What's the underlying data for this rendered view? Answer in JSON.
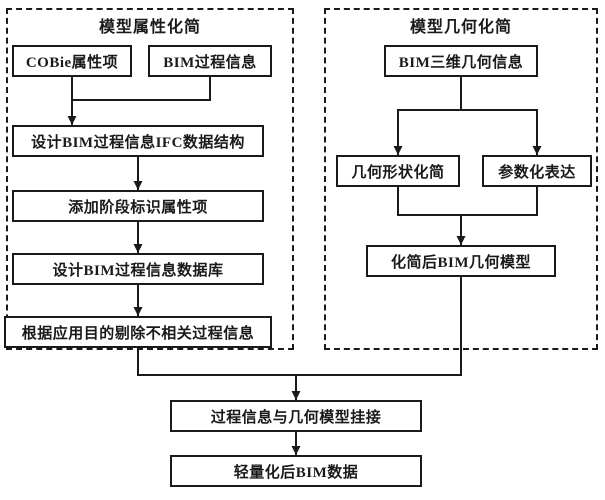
{
  "left": {
    "title": "模型属性化简",
    "nodes": {
      "cobie": "COBie属性项",
      "bim_process": "BIM过程信息",
      "ifc_structure": "设计BIM过程信息IFC数据结构",
      "stage_attr": "添加阶段标识属性项",
      "process_db": "设计BIM过程信息数据库",
      "remove_irrelevant": "根据应用目的剔除不相关过程信息"
    }
  },
  "right": {
    "title": "模型几何化简",
    "nodes": {
      "bim_3d": "BIM三维几何信息",
      "shape_simplify": "几何形状化简",
      "parametric": "参数化表达",
      "simplified_model": "化简后BIM几何模型"
    }
  },
  "bottom": {
    "link": "过程信息与几何模型挂接",
    "lightweight": "轻量化后BIM数据"
  },
  "colors": {
    "line": "#1a1a1a",
    "background": "#ffffff"
  }
}
